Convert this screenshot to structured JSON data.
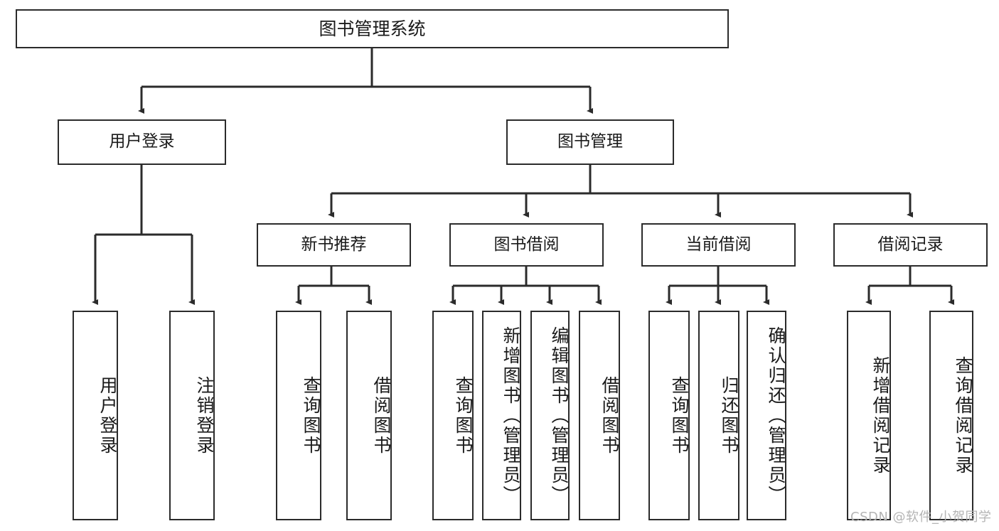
{
  "diagram": {
    "title": "图书管理系统",
    "type": "tree-hierarchy",
    "root": {
      "label": "图书管理系统"
    },
    "level2": [
      {
        "label": "用户登录"
      },
      {
        "label": "图书管理"
      }
    ],
    "level3": [
      {
        "label": "新书推荐"
      },
      {
        "label": "图书借阅"
      },
      {
        "label": "当前借阅"
      },
      {
        "label": "借阅记录"
      }
    ],
    "leaves": [
      {
        "label": "用户登录"
      },
      {
        "label": "注销登录"
      },
      {
        "label": "查询图书"
      },
      {
        "label": "借阅图书"
      },
      {
        "label": "查询图书"
      },
      {
        "label": "新增图书（管理员）"
      },
      {
        "label": "编辑图书（管理员）"
      },
      {
        "label": "借阅图书"
      },
      {
        "label": "查询图书"
      },
      {
        "label": "归还图书"
      },
      {
        "label": "确认归还（管理员）"
      },
      {
        "label": "新增借阅记录"
      },
      {
        "label": "查询借阅记录"
      }
    ],
    "watermark": "CSDN @软件_小贺同学",
    "colors": {
      "stroke": "#2b2b2b",
      "fill": "#ffffff",
      "text": "#1a1a1a",
      "watermark": "#b4b4b4"
    }
  }
}
